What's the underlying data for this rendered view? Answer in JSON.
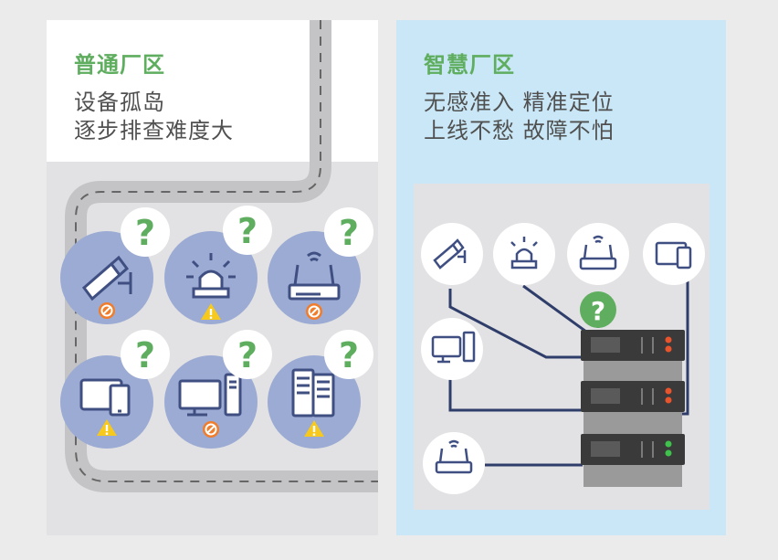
{
  "left_panel": {
    "title": "普通厂区",
    "lines": [
      "设备孤岛",
      "逐步排查难度大"
    ],
    "devices": [
      {
        "icon": "camera-icon",
        "status": "blocked"
      },
      {
        "icon": "alarm-light-icon",
        "status": "warning"
      },
      {
        "icon": "router-icon",
        "status": "blocked"
      },
      {
        "icon": "tablet-icon",
        "status": "warning"
      },
      {
        "icon": "desktop-pc-icon",
        "status": "blocked"
      },
      {
        "icon": "server-icon",
        "status": "warning"
      }
    ],
    "unknown_glyph": "?"
  },
  "right_panel": {
    "title": "智慧厂区",
    "lines": [
      "无感准入  精准定位",
      "上线不愁  故障不怕"
    ],
    "devices": [
      "camera-icon",
      "alarm-light-icon",
      "router-icon",
      "tablet-icon",
      "desktop-pc-icon",
      "router-icon"
    ],
    "unknown_glyph": "?"
  },
  "colors": {
    "green": "#5fae5f",
    "device_circle": "#9cabd3",
    "icon_blue": "#3f4f82",
    "line_navy": "#2f3d6b",
    "blocked_orange": "#f07d2b",
    "warning_yellow": "#f7c91c"
  }
}
